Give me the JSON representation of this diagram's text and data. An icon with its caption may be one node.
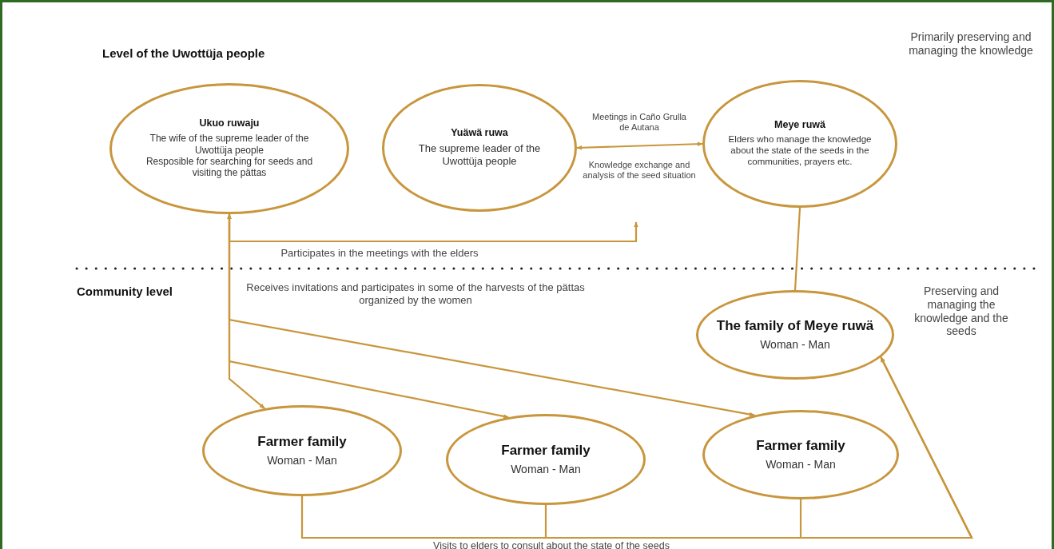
{
  "diagram": {
    "nodes": [
      {
        "text": [
          "Ukuo ruwaju",
          "The wife of the supreme leader of the Uwottüja people",
          "Resposible for searching for seeds and visiting the pättas"
        ]
      },
      {
        "text": [
          "Yuäwä ruwa",
          "The supreme leader of the Uwottüja people"
        ]
      },
      {
        "text": [
          "Meye ruwä",
          "Elders who manage the knowledge about the state of the seeds in the communities, prayers etc."
        ]
      },
      {
        "text": [
          "The family of Meye ruwä",
          "Woman - Man"
        ]
      },
      {
        "text": [
          "Farmer family",
          "Woman - Man"
        ]
      },
      {
        "text": [
          "Farmer family",
          "Woman - Man"
        ]
      },
      {
        "text": [
          "Farmer family",
          "Woman - Man"
        ]
      }
    ],
    "edges": [
      {
        "from": 1,
        "to": 2,
        "arrow": "both",
        "label": "Meetings in Caño Grulla de Autana"
      },
      {
        "from": 2,
        "to": 3,
        "arrow": "none"
      },
      {
        "from": 0,
        "to": 4,
        "arrow": "both"
      },
      {
        "from": 0,
        "to": 5,
        "arrow": "both"
      },
      {
        "from": 0,
        "to": 6,
        "arrow": "both"
      },
      {
        "from": 0,
        "to": null,
        "arrow": "to",
        "label": "Participates in the meetings with the elders"
      },
      {
        "from": 4,
        "to": 3,
        "arrow": "to"
      },
      {
        "from": 5,
        "to": 3,
        "arrow": "to"
      },
      {
        "from": 6,
        "to": 3,
        "arrow": "to"
      }
    ],
    "labels": [
      "Level of the Uwottüja people",
      "Primarily preserving and managing the knowledge",
      "Knowledge exchange and analysis of the seed situation",
      "Community level",
      "Receives invitations and participates in some of the harvests of the pättas organized by the women",
      "Preserving and managing the knowledge and the seeds",
      "Visits to elders to consult about the state of the seeds"
    ]
  }
}
